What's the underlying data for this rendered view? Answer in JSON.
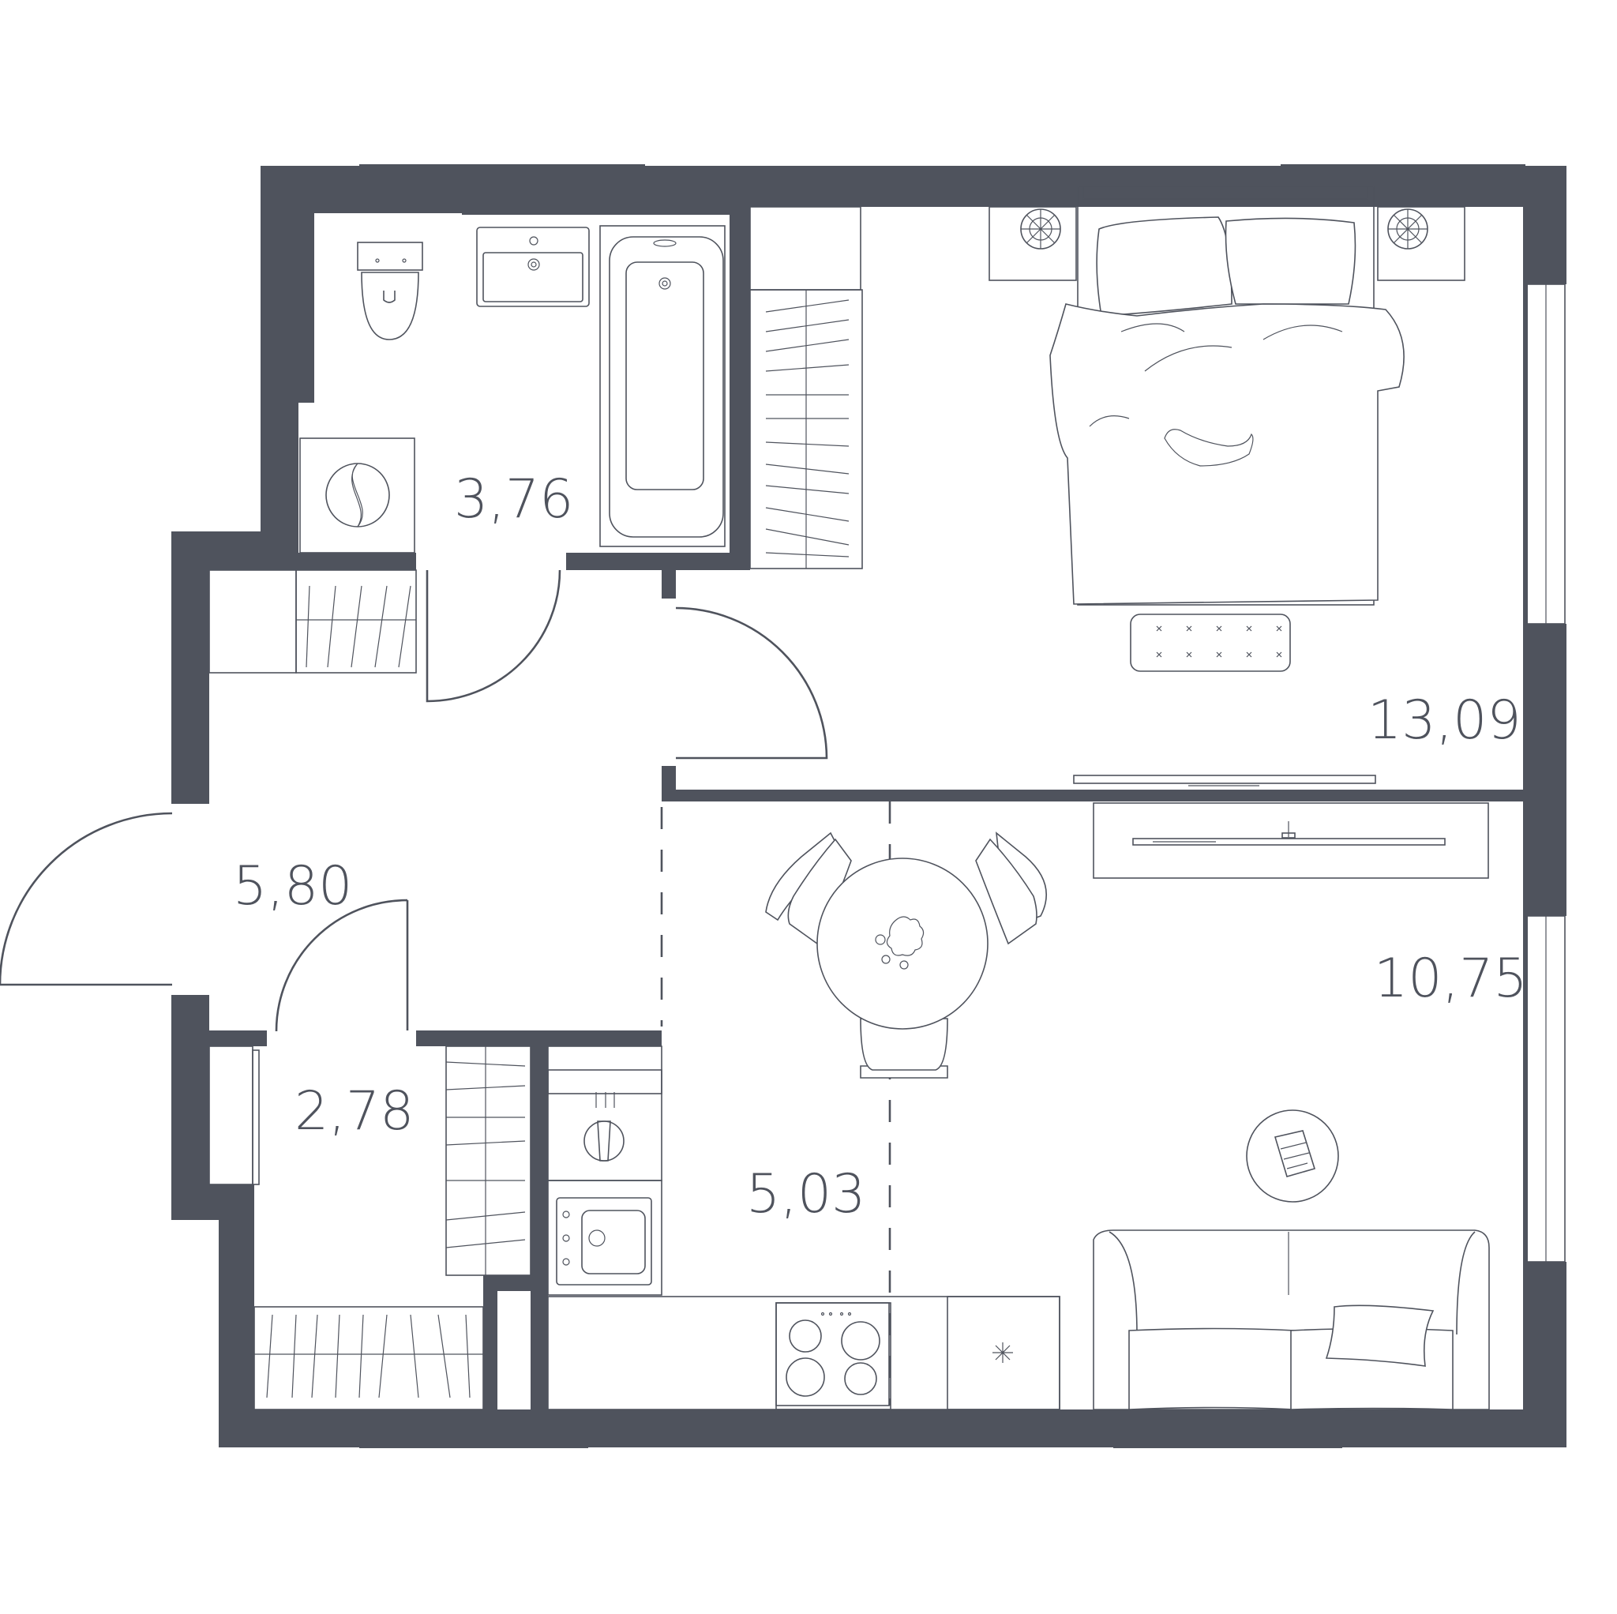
{
  "plan": {
    "wall_color": "#4f535d",
    "background": "#ffffff",
    "rooms": [
      {
        "id": "bathroom",
        "area": "3,76"
      },
      {
        "id": "bedroom",
        "area": "13,09"
      },
      {
        "id": "hallway",
        "area": "5,80"
      },
      {
        "id": "living-room",
        "area": "10,75"
      },
      {
        "id": "wardrobe",
        "area": "2,78"
      },
      {
        "id": "kitchen",
        "area": "5,03"
      }
    ]
  }
}
